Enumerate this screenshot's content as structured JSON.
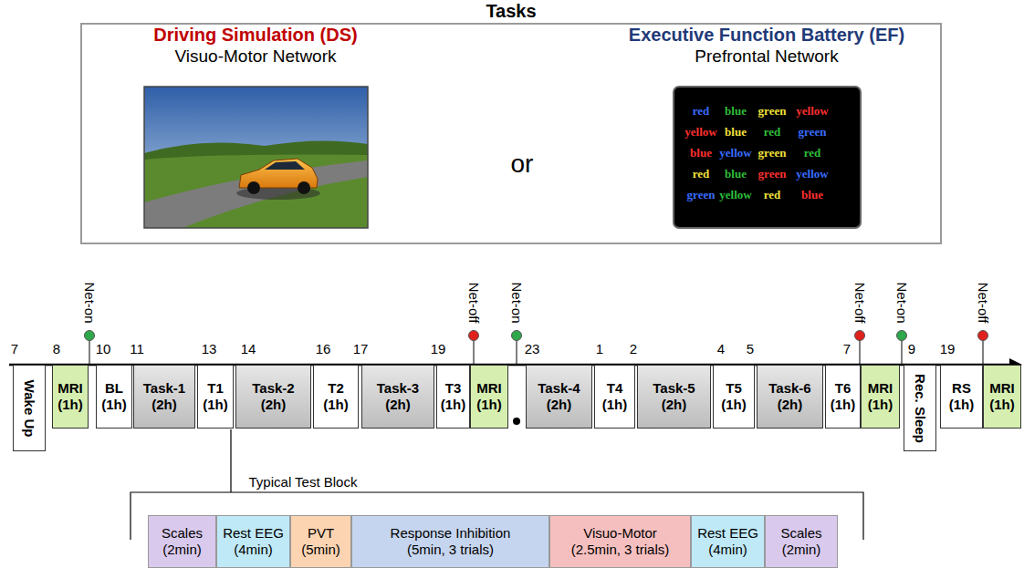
{
  "diagram": {
    "nodes": [
      {
        "text": [
          "Tasks"
        ]
      },
      {
        "text": [
          "Wake Up"
        ]
      },
      {
        "text": [
          "MRI (1h)"
        ]
      },
      {
        "text": [
          "BL (1h)"
        ]
      },
      {
        "text": [
          "Task-1 (2h)"
        ]
      },
      {
        "text": [
          "T1 (1h)"
        ]
      },
      {
        "text": [
          "Task-2 (2h)"
        ]
      },
      {
        "text": [
          "T2 (1h)"
        ]
      },
      {
        "text": [
          "Task-3 (2h)"
        ]
      },
      {
        "text": [
          "T3 (1h)"
        ]
      },
      {
        "text": [
          "MRI (1h)"
        ]
      },
      {
        "text": [
          "Task-4 (2h)"
        ]
      },
      {
        "text": [
          "T4 (1h)"
        ]
      },
      {
        "text": [
          "Task-5 (2h)"
        ]
      },
      {
        "text": [
          "T5 (1h)"
        ]
      },
      {
        "text": [
          "Task-6 (2h)"
        ]
      },
      {
        "text": [
          "T6 (1h)"
        ]
      },
      {
        "text": [
          "MRI (1h)"
        ]
      },
      {
        "text": [
          "Rec. Sleep"
        ]
      },
      {
        "text": [
          "RS (1h)"
        ]
      },
      {
        "text": [
          "MRI (1h)"
        ]
      },
      {
        "text": [
          "Scales (2min)"
        ]
      },
      {
        "text": [
          "Rest EEG (4min)"
        ]
      },
      {
        "text": [
          "PVT (5min)"
        ]
      },
      {
        "text": [
          "Response Inhibition (5min, 3 trials)"
        ]
      },
      {
        "text": [
          "Visuo-Motor (2.5min, 3 trials)"
        ]
      },
      {
        "text": [
          "Rest EEG (4min)"
        ]
      },
      {
        "text": [
          "Scales (2min)"
        ]
      }
    ],
    "labels": [
      "Driving Simulation (DS)",
      "Visuo-Motor Network",
      "Executive Function Battery (EF)",
      "Prefrontal Network",
      "or",
      "red",
      "blue",
      "green",
      "yellow",
      "yellow",
      "blue",
      "red",
      "green",
      "blue",
      "yellow",
      "green",
      "red",
      "red",
      "blue",
      "green",
      "yellow",
      "green",
      "yellow",
      "red",
      "blue",
      "Net-on",
      "Net-off",
      "Net-on",
      "Net-off",
      "Net-on",
      "Net-off",
      "7",
      "8",
      "10",
      "11",
      "13",
      "14",
      "16",
      "17",
      "19",
      "23",
      "1",
      "2",
      "4",
      "5",
      "7",
      "9",
      "19",
      "Typical Test Block"
    ]
  }
}
